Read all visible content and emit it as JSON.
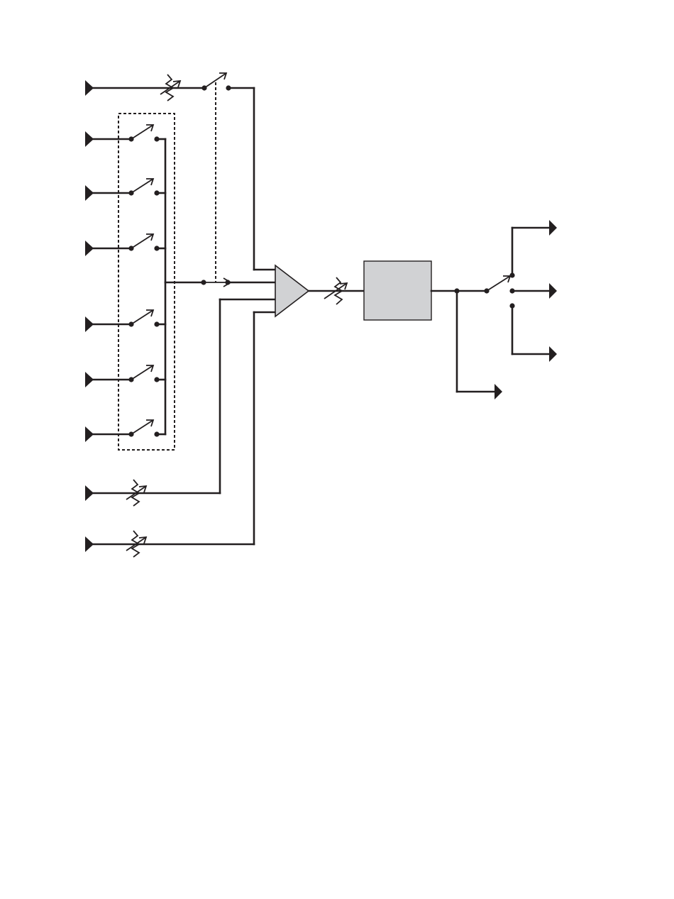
{
  "diagram": {
    "inputs_switched_group": 6,
    "inputs_with_attenuator": 3,
    "outputs_switched": 3,
    "outputs_direct": 1,
    "colors": {
      "line": "#231f20",
      "amplifier_fill": "#d1d2d4",
      "block_fill": "#d1d2d4",
      "background": "#ffffff"
    }
  }
}
